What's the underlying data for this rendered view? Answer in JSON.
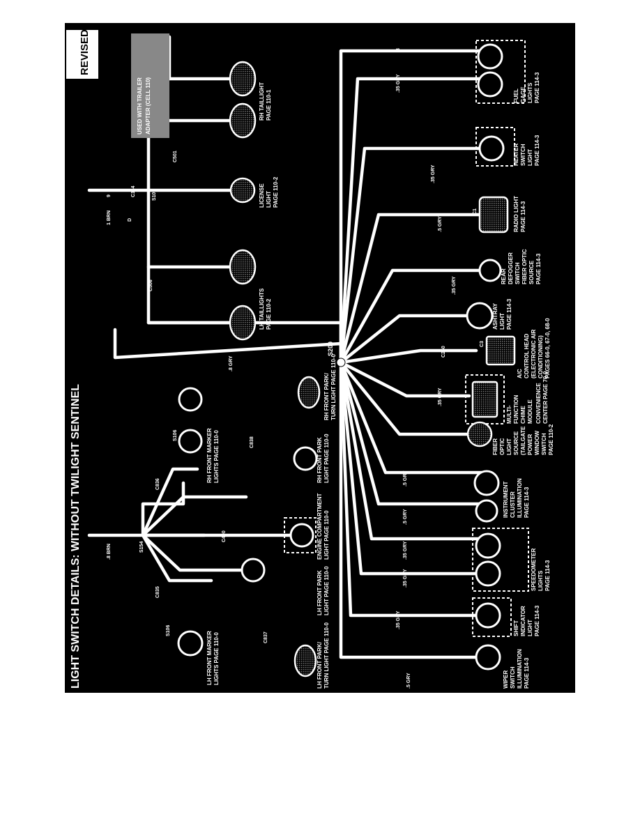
{
  "title": "LIGHT SWITCH DETAILS: WITHOUT TWILIGHT SENTINEL",
  "revised_badge": "REVISED",
  "note_badge": [
    "USED WITH TRAILER",
    "ADAPTER (CELL 110)"
  ],
  "main_splice": "S200",
  "components": {
    "lh_front_marker": [
      "LH FRONT MARKER",
      "LIGHTS PAGE 110-0"
    ],
    "lh_front_park": [
      "LH FRONT PARK/",
      "TURN LIGHT PAGE 110-0"
    ],
    "lh_front_park_light": [
      "LH FRONT PARK",
      "LIGHT PAGE 110-0"
    ],
    "engine_compartment": [
      "ENGINE COMPARTMENT",
      "LIGHT PAGE 110-0"
    ],
    "rh_front_park_light": [
      "RH FRONT PARK",
      "LIGHT PAGE 110-0"
    ],
    "rh_front_park_turn": [
      "RH FRONT PARK/",
      "TURN LIGHT PAGE 110-0"
    ],
    "rh_front_marker": [
      "RH FRONT MARKER",
      "LIGHTS PAGE 110-0"
    ],
    "lh_taillights": [
      "LH TAILLIGHTS",
      "PAGE 110-2"
    ],
    "license_light": [
      "LICENSE",
      "LIGHT",
      "PAGE 110-2"
    ],
    "rh_taillight": [
      "RH TAILLIGHT",
      "PAGE 110-1"
    ],
    "wiper_switch": [
      "WIPER",
      "SWITCH",
      "ILLUMINATION",
      "PAGE 114-3"
    ],
    "shift_indicator": [
      "SHIFT",
      "INDICATOR",
      "LIGHT",
      "PAGE 114-3"
    ],
    "speedometer": [
      "SPEEDOMETER",
      "LIGHTS",
      "PAGE 114-3"
    ],
    "instrument_cluster": [
      "INSTRUMENT",
      "CLUSTER",
      "ILLUMINATION",
      "PAGE 114-3"
    ],
    "fiber_optic": [
      "FIBER",
      "OPTIC",
      "LIGHT",
      "SOURCE",
      "(TAILGATE",
      "POWER",
      "WINDOW",
      "SWITCH",
      "PAGE 110-2"
    ],
    "multi_function": [
      "MULTI-",
      "FUNCTION",
      "CHIME",
      "MODULE",
      "CONVENIENCE",
      "CENTER PAGE 70-0"
    ],
    "ac_control": [
      "A/C",
      "CONTROL HEAD",
      "(ELECTRONIC AIR",
      "CONDITIONING)",
      "PAGES 66-0, 67-0, 68-0"
    ],
    "ashtray": [
      "ASHTRAY",
      "LIGHT",
      "PAGE 114-3"
    ],
    "rear_defogger": [
      "REAR",
      "DEFOGGER",
      "SWITCH",
      "FIBER OPTIC",
      "SOURCE",
      "PAGE 114-3"
    ],
    "radio_light": [
      "RADIO LIGHT",
      "PAGE 114-3"
    ],
    "heater_switch": [
      "HEATER",
      "SWITCH",
      "LIGHT",
      "PAGE 114-3"
    ],
    "fuel_gage": [
      "FUEL",
      "GAGE",
      "LIGHTS",
      "PAGE 114-3"
    ]
  },
  "connectors": {
    "s106a": "S106",
    "c835": "C835",
    "s154": "S154",
    "c837": "C837",
    "c400": "C400",
    "c836": "C836",
    "s106b": "S106",
    "c838": "C838",
    "c506": "C506",
    "s109": "S109",
    "c114": "C114",
    "c501": "C501",
    "c250": "C250",
    "c1": "C1",
    "c3": "C3"
  },
  "wire_labels": {
    "brn": ".8 BRN",
    "brn1": "1 BRN",
    "gry8": ".8 GRY",
    "gry5": ".5 GRY",
    "gry35": ".35 GRY",
    "gry35b": ".35 GRY",
    "gry35c": ".35 GRY",
    "gry35d": ".35 GRY",
    "gry35e": ".35 GRY",
    "gry35f": ".35 GRY",
    "gry35g": ".35 GRY",
    "gry5b": ".5 GRY",
    "gry5c": ".5 GRY",
    "gry5d": ".5 GRY",
    "num9": "9",
    "num8": "8",
    "d": "D"
  }
}
